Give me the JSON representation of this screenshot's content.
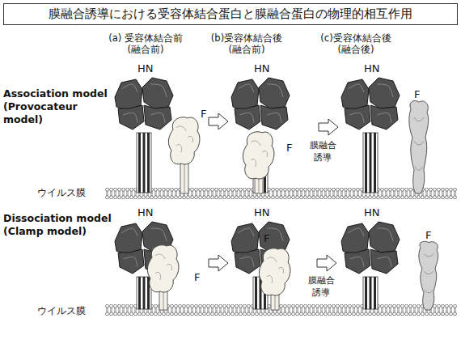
{
  "diagram": {
    "title": "膜融合誘導における受容体結合蛋白と膜融合蛋白の物理的相互作用",
    "nodes": [
      {
        "text": [
          "HN"
        ]
      },
      {
        "text": [
          "F"
        ]
      },
      {
        "text": [
          "HN"
        ]
      },
      {
        "text": [
          "F"
        ]
      },
      {
        "text": [
          "HN"
        ]
      },
      {
        "text": [
          "F"
        ]
      },
      {
        "text": [
          "HN"
        ]
      },
      {
        "text": [
          "F"
        ]
      },
      {
        "text": [
          "HN"
        ]
      },
      {
        "text": [
          "F"
        ]
      },
      {
        "text": [
          "HN"
        ]
      },
      {
        "text": [
          "F"
        ]
      }
    ],
    "labels": [
      "(a) 受容体結合前 (融合前)",
      "(b)受容体結合後 (融合前)",
      "(c)受容体結合後 (融合後)",
      "Association model (Provocateur model)",
      "膜融合 誘導",
      "ウイルス膜",
      "Dissociation model (Clamp model)",
      "膜融合 誘導",
      "ウイルス膜"
    ]
  }
}
